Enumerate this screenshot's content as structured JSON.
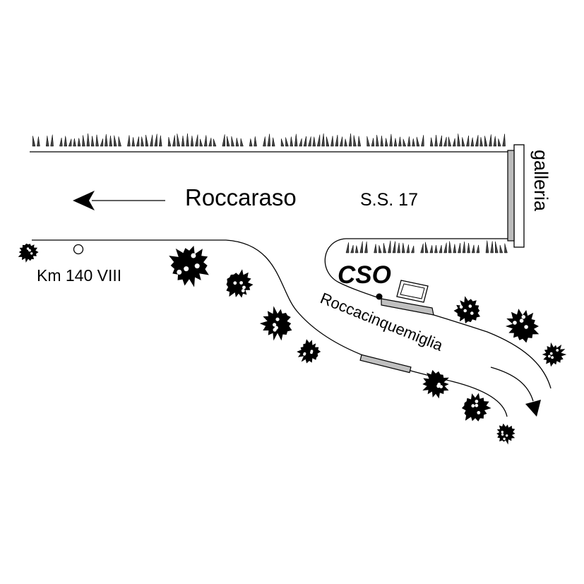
{
  "labels": {
    "destination": "Roccaraso",
    "road_code": "S.S. 17",
    "tunnel": "galleria",
    "km_marker": "Km 140 VIII",
    "station": "CSO",
    "side_road": "Roccacinquemiglia"
  },
  "icons": {
    "direction_arrow": "arrow-left-icon",
    "km_marker": "circle-marker-icon",
    "station": "station-hut-icon",
    "vegetation": "bush-icon",
    "grass": "grass-tuft-icon"
  },
  "colors": {
    "ink": "#000000",
    "fill": "#c0c0c0",
    "background": "#ffffff"
  }
}
